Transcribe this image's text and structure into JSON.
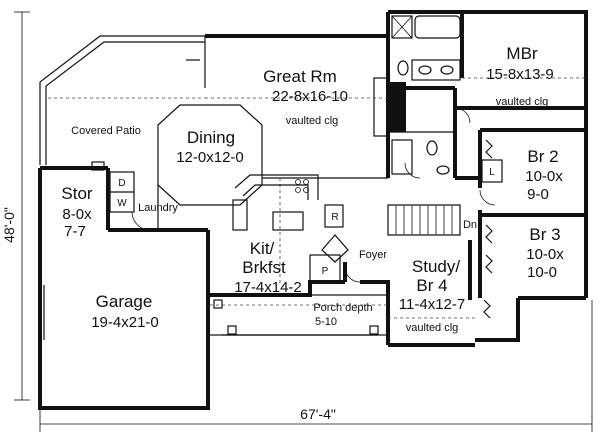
{
  "dimensions": {
    "width": "67'-4\"",
    "depth": "48'-0\""
  },
  "rooms": {
    "great_rm": {
      "name": "Great Rm",
      "size": "22-8x16-10",
      "note": "vaulted clg"
    },
    "mbr": {
      "name": "MBr",
      "size": "15-8x13-9",
      "note": "vaulted clg"
    },
    "dining": {
      "name": "Dining",
      "size": "12-0x12-0"
    },
    "covered_patio": {
      "name": "Covered Patio"
    },
    "br2": {
      "name": "Br 2",
      "size_a": "10-0x",
      "size_b": "9-0"
    },
    "br3": {
      "name": "Br 3",
      "size_a": "10-0x",
      "size_b": "10-0"
    },
    "stor": {
      "name": "Stor",
      "size_a": "8-0x",
      "size_b": "7-7"
    },
    "laundry": {
      "name": "Laundry",
      "dryer": "D",
      "washer": "W"
    },
    "kit": {
      "name_a": "Kit/",
      "name_b": "Brkfst",
      "size": "17-4x14-2",
      "refrigerator": "R",
      "pantry": "P"
    },
    "foyer": {
      "name": "Foyer"
    },
    "dn": {
      "name": "Dn"
    },
    "study": {
      "name_a": "Study/",
      "name_b": "Br 4",
      "size": "11-4x12-7",
      "note": "vaulted clg"
    },
    "porch": {
      "name": "Porch depth",
      "size": "5-10"
    },
    "garage": {
      "name": "Garage",
      "size": "19-4x21-0"
    },
    "linen": {
      "name": "L"
    }
  }
}
